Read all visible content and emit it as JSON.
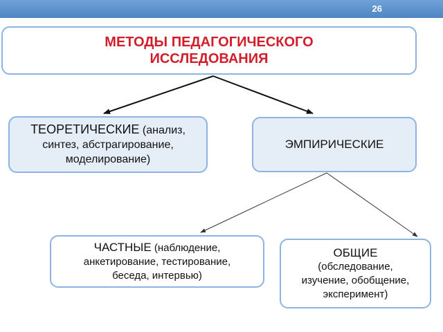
{
  "header": {
    "page_number": "26"
  },
  "title": {
    "line1": "МЕТОДЫ ПЕДАГОГИЧЕСКОГО",
    "line2": "ИССЛЕДОВАНИЯ"
  },
  "theoretical": {
    "heading": "ТЕОРЕТИЧЕСКИЕ",
    "detail1": " (анализ,",
    "detail2": "синтез, абстрагирование,",
    "detail3": "моделирование)"
  },
  "empirical": {
    "heading": "ЭМПИРИЧЕСКИЕ"
  },
  "private": {
    "heading": "ЧАСТНЫЕ",
    "detail1": " (наблюдение,",
    "detail2": "анкетирование, тестирование,",
    "detail3": "беседа, интервью)"
  },
  "general": {
    "heading": "ОБЩИЕ",
    "detail1": "(обследование,",
    "detail2": "изучение, обобщение,",
    "detail3": "эксперимент)"
  },
  "colors": {
    "title_text": "#d21e2b",
    "box_border": "#8db3e2",
    "box_fill": "#e5edf7",
    "header_bar": "#4f86c3"
  }
}
